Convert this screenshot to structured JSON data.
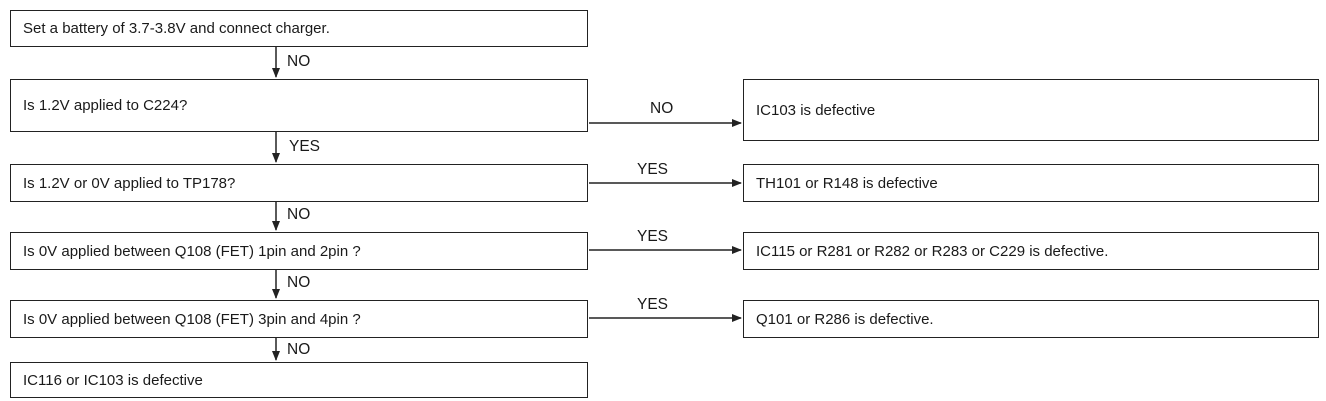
{
  "steps": [
    "Set a battery of 3.7-3.8V and connect charger.",
    "Is 1.2V applied to C224?",
    "Is 1.2V or  0V applied to TP178?",
    "Is 0V applied between Q108 (FET) 1pin and 2pin ?",
    "Is 0V applied between Q108 (FET) 3pin and 4pin ?",
    "IC116 or IC103 is defective"
  ],
  "down_labels": [
    "NO",
    "YES",
    "NO",
    "NO",
    "NO"
  ],
  "results": [
    "IC103 is defective",
    "TH101 or R148 is defective",
    "IC115 or R281 or R282 or R283 or C229 is defective.",
    "Q101 or R286 is defective."
  ],
  "side_labels": [
    "NO",
    "YES",
    "YES",
    "YES"
  ]
}
